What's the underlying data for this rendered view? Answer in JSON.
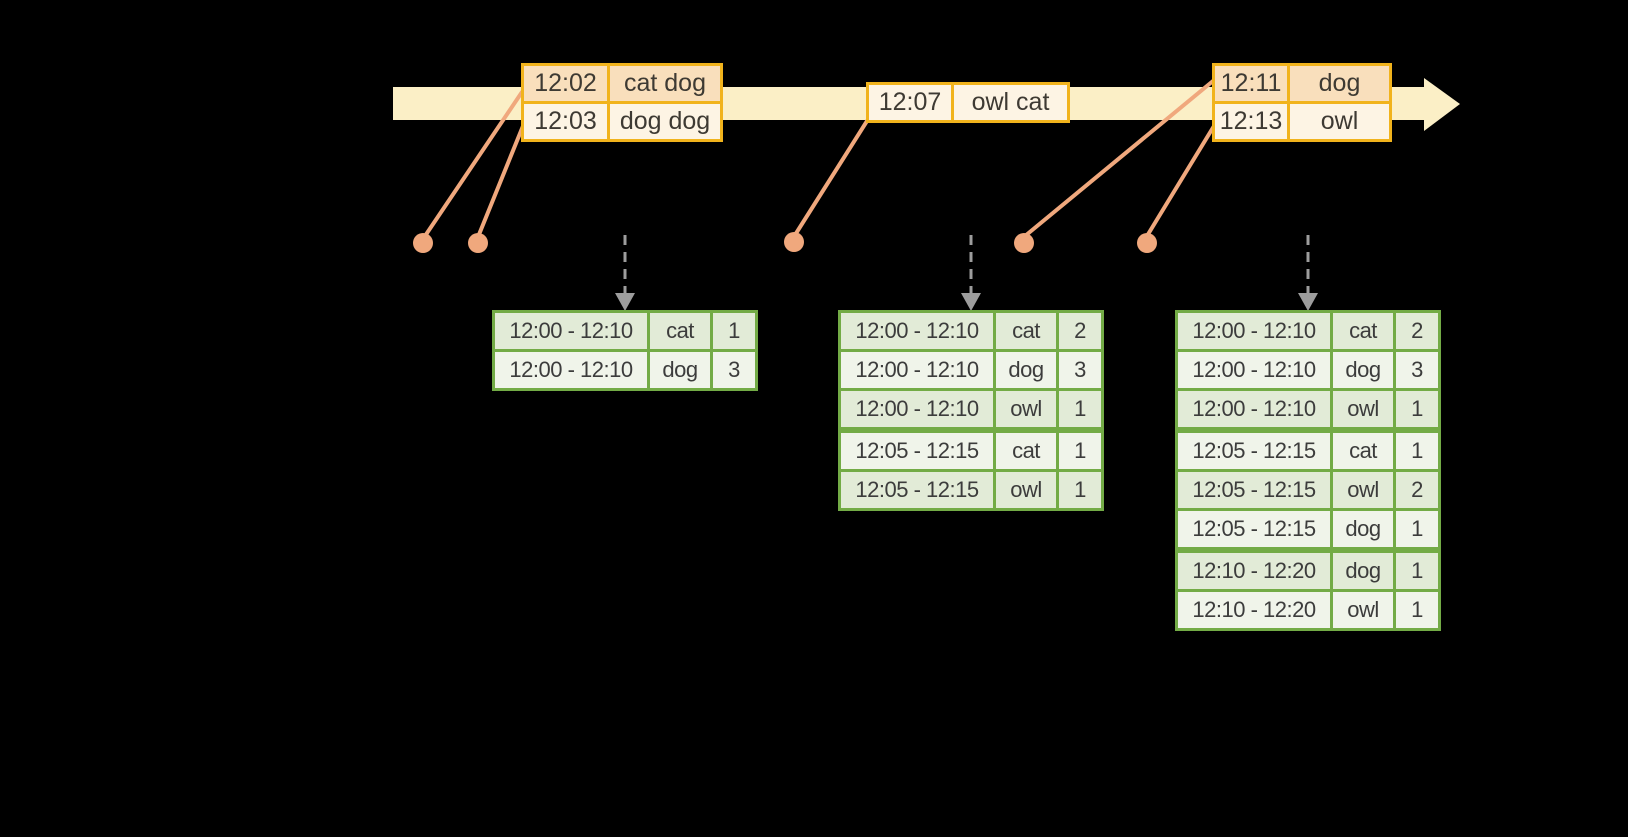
{
  "colors": {
    "background": "#000000",
    "timeline_band": "#FBEFC6",
    "event_table_border": "#F1B31C",
    "event_row_peach": "#F9DFBC",
    "event_row_cream": "#FDF4E4",
    "connector_salmon": "#F0A87D",
    "trigger_arrow_gray": "#9D9D9D",
    "result_table_border": "#73AB46",
    "result_row_dark": "#E2EBD7",
    "result_row_light": "#F0F4EA",
    "text": "#3E3A33"
  },
  "timeline": {
    "event_groups": [
      {
        "rows": [
          {
            "time": "12:02",
            "words": "cat dog"
          },
          {
            "time": "12:03",
            "words": "dog dog"
          }
        ]
      },
      {
        "rows": [
          {
            "time": "12:07",
            "words": "owl cat"
          }
        ]
      },
      {
        "rows": [
          {
            "time": "12:11",
            "words": "dog"
          },
          {
            "time": "12:13",
            "words": "owl"
          }
        ]
      }
    ]
  },
  "result_tables": [
    {
      "rows": [
        {
          "window": "12:00 - 12:10",
          "word": "cat",
          "count": "1"
        },
        {
          "window": "12:00 - 12:10",
          "word": "dog",
          "count": "3"
        }
      ]
    },
    {
      "rows": [
        {
          "window": "12:00 - 12:10",
          "word": "cat",
          "count": "2"
        },
        {
          "window": "12:00 - 12:10",
          "word": "dog",
          "count": "3"
        },
        {
          "window": "12:00 - 12:10",
          "word": "owl",
          "count": "1"
        },
        {
          "window": "12:05 - 12:15",
          "word": "cat",
          "count": "1"
        },
        {
          "window": "12:05 - 12:15",
          "word": "owl",
          "count": "1"
        }
      ]
    },
    {
      "rows": [
        {
          "window": "12:00 - 12:10",
          "word": "cat",
          "count": "2"
        },
        {
          "window": "12:00 - 12:10",
          "word": "dog",
          "count": "3"
        },
        {
          "window": "12:00 - 12:10",
          "word": "owl",
          "count": "1"
        },
        {
          "window": "12:05 - 12:15",
          "word": "cat",
          "count": "1"
        },
        {
          "window": "12:05 - 12:15",
          "word": "owl",
          "count": "2"
        },
        {
          "window": "12:05 - 12:15",
          "word": "dog",
          "count": "1"
        },
        {
          "window": "12:10 - 12:20",
          "word": "dog",
          "count": "1"
        },
        {
          "window": "12:10 - 12:20",
          "word": "owl",
          "count": "1"
        }
      ]
    }
  ]
}
